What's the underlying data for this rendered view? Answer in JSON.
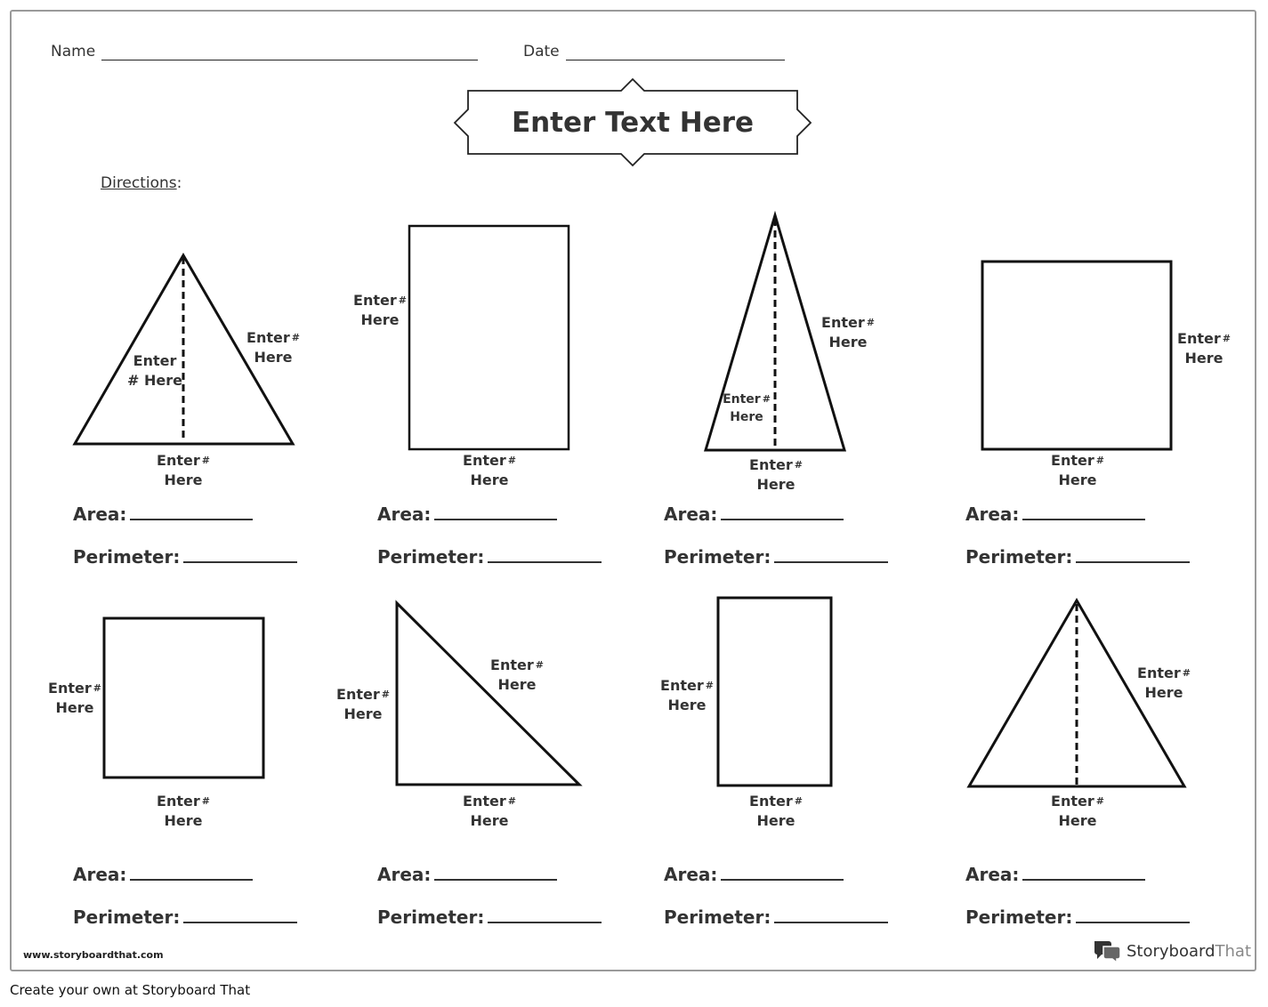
{
  "header": {
    "name_label": "Name",
    "date_label": "Date",
    "title": "Enter Text Here",
    "directions_label": "Directions",
    "directions_colon": ":"
  },
  "placeholder": {
    "line1": "Enter",
    "hash": "#",
    "line2": "Here",
    "line1_hash": "Enter #",
    "line2_hash": "# Here"
  },
  "fields": {
    "area": "Area:",
    "perimeter": "Perimeter:"
  },
  "footer": {
    "url": "www.storyboardthat.com",
    "brand_a": "Storyboard",
    "brand_b": "That",
    "caption": "Create your own at Storyboard That"
  },
  "colors": {
    "ink": "#222222",
    "text": "#333333",
    "border": "#9a9a9a"
  },
  "icons": [
    "speech-bubbles-icon"
  ]
}
